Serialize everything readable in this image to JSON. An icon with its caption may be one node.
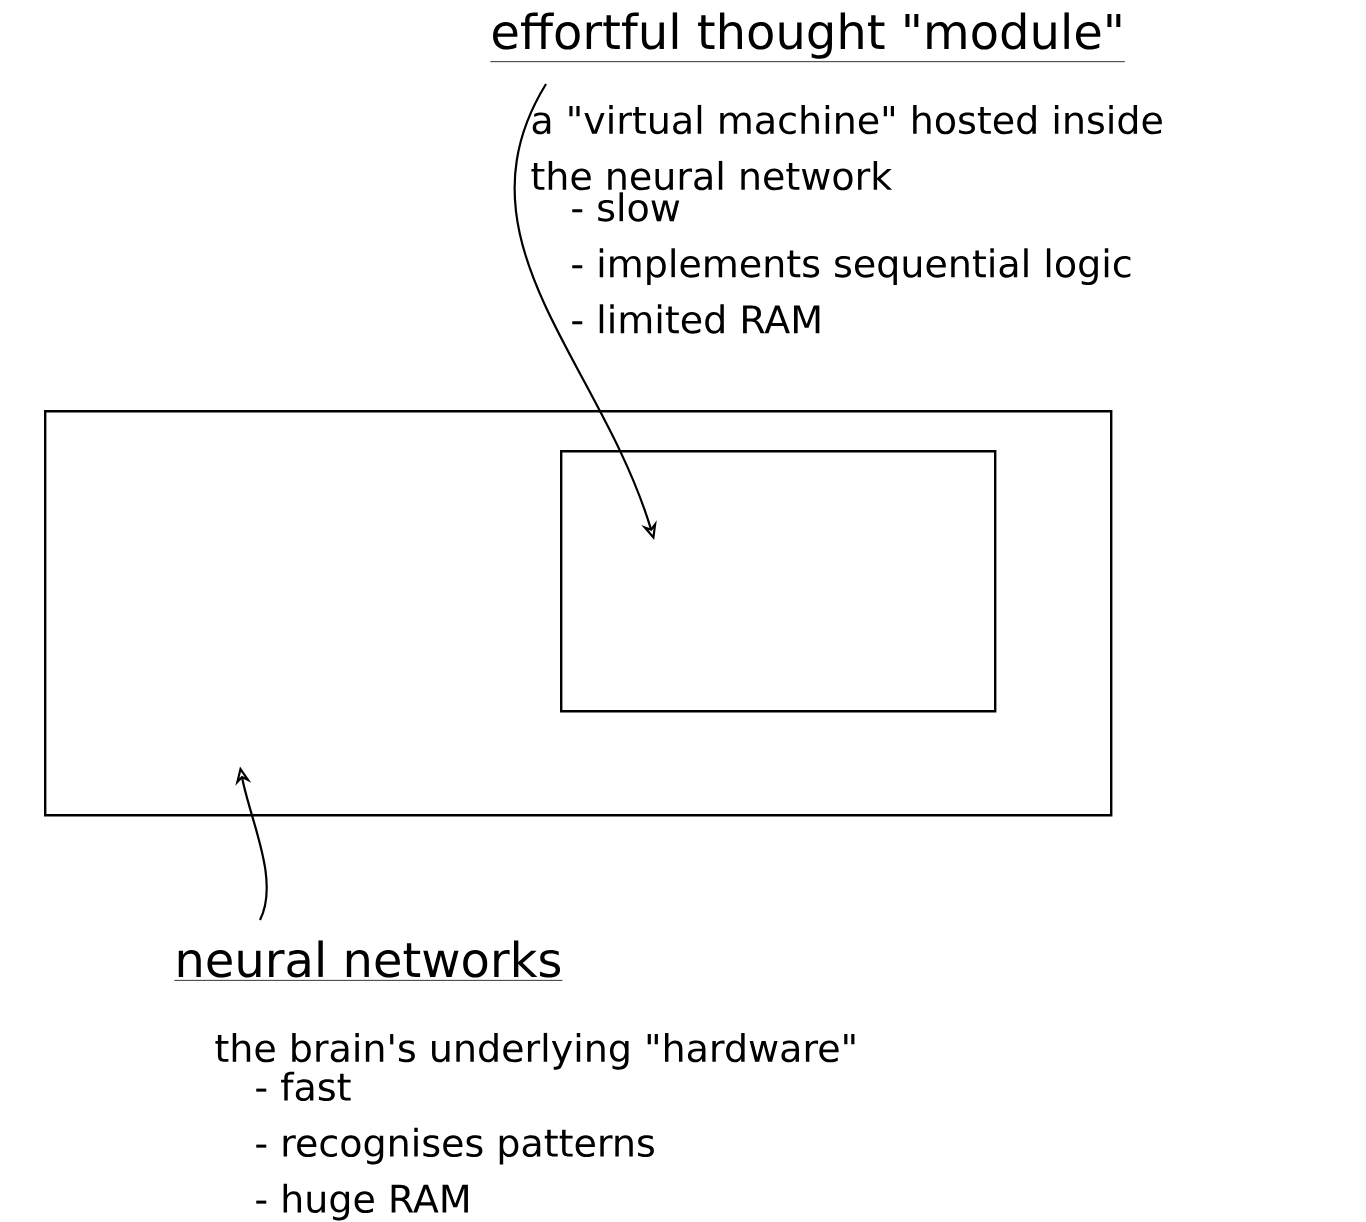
{
  "diagram": {
    "nodes": [
      {
        "text": [
          "effortful thought \"module\"",
          "a \"virtual machine\" hosted inside the neural network",
          "- slow",
          "- implements sequential logic",
          "- limited RAM"
        ]
      },
      {
        "text": [],
        "shape": "box"
      },
      {
        "text": [],
        "shape": "box",
        "in": 1
      },
      {
        "text": [
          "neural networks",
          "the brain's underlying \"hardware\"",
          "- fast",
          "- recognises patterns",
          "- huge RAM"
        ]
      }
    ],
    "edges": [
      {
        "from": 0,
        "to": 2,
        "arrow": "to"
      },
      {
        "from": 3,
        "to": 1,
        "arrow": "to"
      }
    ]
  }
}
